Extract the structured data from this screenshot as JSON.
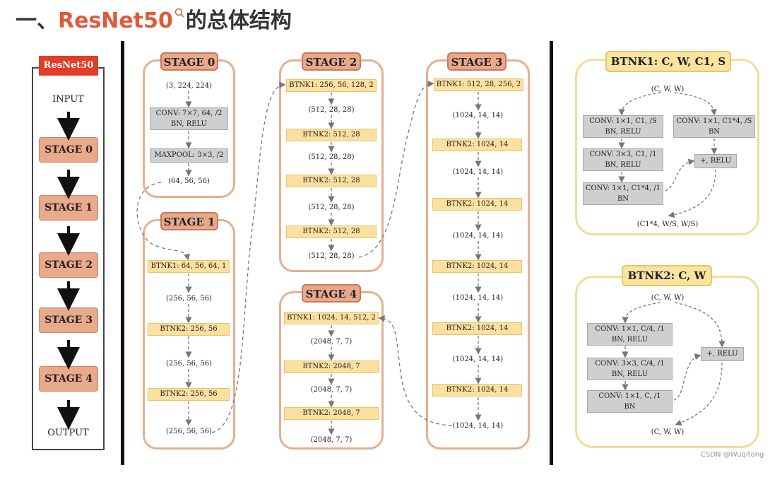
{
  "heading": {
    "prefix": "一、",
    "highlight": "ResNet50",
    "suffix": "的总体结构"
  },
  "left_panel": {
    "title": "ResNet50",
    "input": "INPUT",
    "output": "OUTPUT",
    "stages": [
      "STAGE 0",
      "STAGE 1",
      "STAGE 2",
      "STAGE 3",
      "STAGE 4"
    ]
  },
  "stage0": {
    "title": "STAGE 0",
    "in_shape": "(3, 224, 224)",
    "conv_line1": "CONV: 7×7, 64, /2",
    "conv_line2": "BN, RELU",
    "pool": "MAXPOOL: 3×3, /2",
    "out_shape": "(64, 56, 56)"
  },
  "stage1": {
    "title": "STAGE 1",
    "blocks": [
      "BTNK1: 64, 56, 64, 1",
      "BTNK2: 256, 56",
      "BTNK2: 256, 56"
    ],
    "shapes": [
      "(256, 56, 56)",
      "(256, 56, 56)",
      "(256, 56, 56)"
    ]
  },
  "stage2": {
    "title": "STAGE 2",
    "blocks": [
      "BTNK1: 256, 56, 128, 2",
      "BTNK2: 512, 28",
      "BTNK2: 512, 28",
      "BTNK2: 512, 28"
    ],
    "shapes": [
      "(512, 28, 28)",
      "(512, 28, 28)",
      "(512, 28, 28)",
      "(512, 28, 28)"
    ]
  },
  "stage3": {
    "title": "STAGE 3",
    "blocks": [
      "BTNK1: 512, 28, 256, 2",
      "BTNK2: 1024, 14",
      "BTNK2: 1024, 14",
      "BTNK2: 1024, 14",
      "BTNK2: 1024, 14",
      "BTNK2: 1024, 14"
    ],
    "shapes": [
      "(1024, 14, 14)",
      "(1024, 14, 14)",
      "(1024, 14, 14)",
      "(1024, 14, 14)",
      "(1024, 14, 14)",
      "(1024, 14, 14)"
    ]
  },
  "stage4": {
    "title": "STAGE 4",
    "blocks": [
      "BTNK1: 1024, 14, 512, 2",
      "BTNK2: 2048, 7",
      "BTNK2: 2048, 7"
    ],
    "shapes": [
      "(2048, 7, 7)",
      "(2048, 7, 7)",
      "(2048, 7, 7)"
    ]
  },
  "btnk1": {
    "title": "BTNK1: C, W, C1, S",
    "in_shape": "(C, W, W)",
    "conv1": [
      "CONV: 1×1, C1, /S",
      "BN, RELU"
    ],
    "conv2": [
      "CONV: 3×3, C1, /1",
      "BN, RELU"
    ],
    "conv3": [
      "CONV: 1×1, C1*4, /1",
      "BN"
    ],
    "shortcut": [
      "CONV: 1×1, C1*4, /S",
      "BN"
    ],
    "add": "+, RELU",
    "out_shape": "(C1*4, W/S, W/S)"
  },
  "btnk2": {
    "title": "BTNK2: C, W",
    "in_shape": "(C, W, W)",
    "conv1": [
      "CONV: 1×1, C/4, /1",
      "BN, RELU"
    ],
    "conv2": [
      "CONV: 3×3, C/4, /1",
      "BN, RELU"
    ],
    "conv3": [
      "CONV: 1×1, C, /1",
      "BN"
    ],
    "add": "+, RELU",
    "out_shape": "(C, W, W)"
  },
  "watermark": "CSDN @Wuqitong",
  "colors": {
    "accent": "#e05a3a",
    "stage_fill": "#e9a98b",
    "block_fill": "#fbe0a0",
    "conv_fill": "#cfcfcf",
    "panel_red": "#e23d28"
  }
}
